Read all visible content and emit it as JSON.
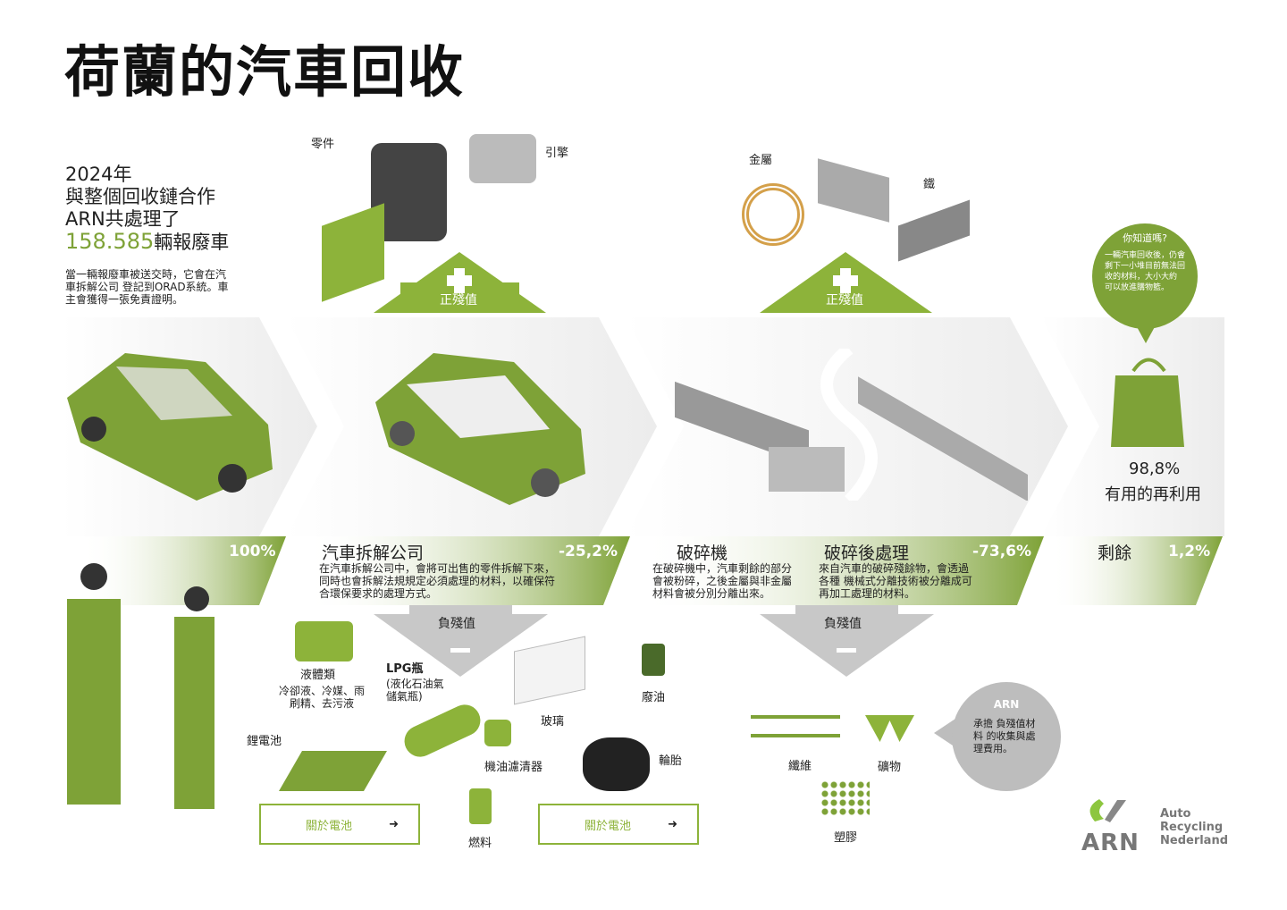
{
  "title": "荷蘭的汽車回收",
  "intro": {
    "line1": "2024年",
    "line2": "與整個回收鏈合作",
    "line3": "ARN共處理了",
    "number": "158.585",
    "unit": "輛報廢車",
    "desc": "當一輛報廢車被送交時，它會在汽車拆解公司 登記到ORAD系統。車主會獲得一張免責證明。"
  },
  "top_labels": {
    "parts": "零件",
    "engine": "引擎",
    "metal": "金屬",
    "iron": "鐵"
  },
  "positive_value": "正殘值",
  "negative_value": "負殘值",
  "stages": [
    {
      "pct": "100%"
    },
    {
      "title": "汽車拆解公司",
      "pct": "-25,2%",
      "desc": "在汽車拆解公司中，會將可出售的零件拆解下來，同時也會拆解法規規定必須處理的材料，以確保符合環保要求的處理方式。"
    },
    {
      "title": "破碎機",
      "desc": "在破碎機中，汽車剩餘的部分會被粉碎，之後金屬與非金屬材料會被分別分離出來。"
    },
    {
      "title": "破碎後處理",
      "pct": "-73,6%",
      "desc": "來自汽車的破碎殘餘物，會透過各種 機械式分離技術被分離成可再加工處理的材料。"
    },
    {
      "title": "剩餘",
      "pct": "1,2%"
    }
  ],
  "reuse": {
    "pct": "98,8%",
    "label": "有用的再利用"
  },
  "did_you_know": {
    "title": "你知道嗎?",
    "text": "一輛汽車回收後，仍會剩下一小堆目前無法回收的材料，大小大約 可以放進購物籃。"
  },
  "materials": {
    "fluids": "液體類",
    "fluids_desc": "冷卻液、冷媒、雨刷精、去污液",
    "lpg": "LPG瓶",
    "lpg_desc": "(液化石油氣儲氣瓶)",
    "glass": "玻璃",
    "oil": "廢油",
    "battery": "鋰電池",
    "oil_filter": "機油濾清器",
    "tires": "輪胎",
    "fuel": "燃料",
    "fiber": "纖維",
    "minerals": "礦物",
    "plastic": "塑膠"
  },
  "buttons": {
    "battery1": "關於電池",
    "battery2": "關於電池"
  },
  "arn_bubble": {
    "title": "ARN",
    "text": "承擔 負殘值材料 的收集與處理費用。"
  },
  "logo": {
    "abbr": "ARN",
    "line1": "Auto",
    "line2": "Recycling",
    "line3": "Nederland"
  },
  "colors": {
    "green": "#7ea237",
    "gray": "#e9e9e9"
  }
}
